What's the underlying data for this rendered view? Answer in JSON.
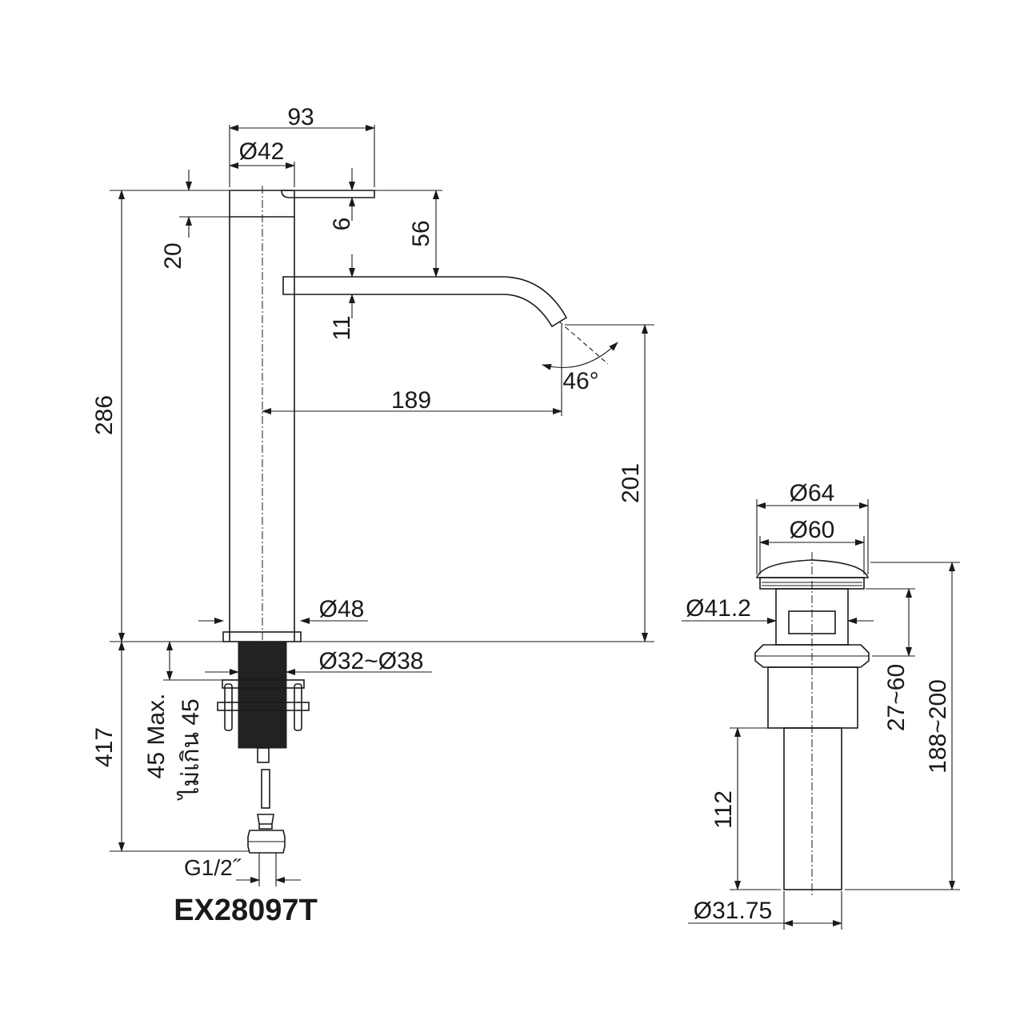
{
  "drawing": {
    "model_code": "EX28097T",
    "faucet": {
      "dim_overall_width": "93",
      "dim_body_dia": "Ø42",
      "dim_handle_thickness": "6",
      "dim_handle_height": "20",
      "dim_spout_from_top": "56",
      "dim_spout_thickness": "11",
      "dim_total_height": "286",
      "dim_reach": "189",
      "dim_spout_angle": "46°",
      "dim_spout_height": "201",
      "dim_base_dia": "Ø48",
      "dim_hole_range": "Ø32~Ø38",
      "dim_deck_max": "45 Max.",
      "dim_deck_max_thai": "ไม่เกิน 45",
      "dim_hose_length": "417",
      "dim_thread": "G1/2˝"
    },
    "drain": {
      "dim_cap_outer": "Ø64",
      "dim_cap_inner": "Ø60",
      "dim_body_dia": "Ø41.2",
      "dim_clamp_range": "27~60",
      "dim_total_range": "188~200",
      "dim_tail_length": "112",
      "dim_tail_dia": "Ø31.75"
    }
  }
}
